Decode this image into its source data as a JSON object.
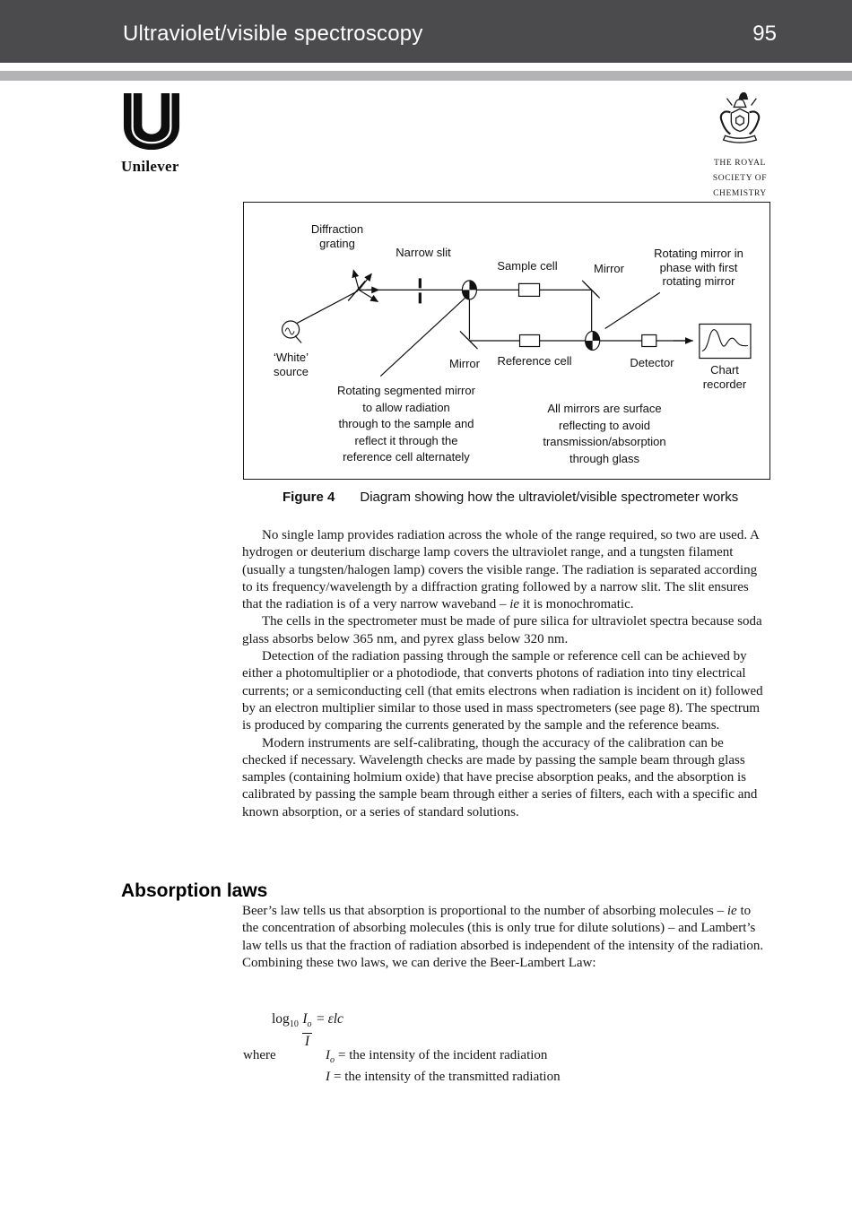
{
  "header": {
    "title": "Ultraviolet/visible spectroscopy",
    "page_number": "95"
  },
  "logos": {
    "unilever": {
      "wordmark": "Unilever"
    },
    "rsc": {
      "lines": [
        "THE ROYAL",
        "SOCIETY OF",
        "CHEMISTRY"
      ]
    }
  },
  "figure": {
    "caption_label": "Figure 4",
    "caption_text": "Diagram showing how the ultraviolet/visible spectrometer works",
    "diagram": {
      "labels": {
        "diffraction_grating": [
          "Diffraction",
          "grating"
        ],
        "narrow_slit": "Narrow slit",
        "sample_cell": "Sample cell",
        "mirror_top": "Mirror",
        "rotating_mirror_2": [
          "Rotating mirror in",
          "phase with first",
          "rotating mirror"
        ],
        "white_source": [
          "‘White’",
          "source"
        ],
        "mirror_bottom": "Mirror",
        "reference_cell": "Reference cell",
        "detector": "Detector",
        "chart_recorder": [
          "Chart",
          "recorder"
        ],
        "segmented_mirror_note": [
          "Rotating segmented mirror",
          "to allow radiation",
          "through to the sample and",
          "reflect it through the",
          "reference cell alternately"
        ],
        "mirrors_note": [
          "All mirrors are surface",
          "reflecting to avoid",
          "transmission/absorption",
          "through glass"
        ]
      }
    }
  },
  "body": {
    "paragraphs": [
      {
        "segments": [
          {
            "t": "No single lamp provides radiation across the whole of the range required, so two are used. A hydrogen or deuterium discharge lamp covers the ultraviolet range, and a tungsten filament (usually a tungsten/halogen lamp) covers the visible range. The radiation is separated according to its frequency/wavelength by a diffraction grating followed by a narrow slit. The slit ensures that the radiation is of a very narrow waveband – "
          },
          {
            "t": "ie",
            "style": "i"
          },
          {
            "t": " it is monochromatic."
          }
        ]
      },
      {
        "segments": [
          {
            "t": "The cells in the spectrometer must be made of pure silica for ultraviolet spectra because soda glass absorbs below 365 nm, and pyrex glass below 320 nm."
          }
        ]
      },
      {
        "segments": [
          {
            "t": "Detection of the radiation passing through the sample or reference cell can be achieved by either a photomultiplier or a photodiode, that converts photons of radiation into tiny electrical currents; or a semiconducting cell (that emits electrons when radiation is incident on it) followed by an electron multiplier similar to those used in mass spectrometers (see page 8). The spectrum is produced by comparing the currents generated by the sample and the reference beams."
          }
        ]
      },
      {
        "segments": [
          {
            "t": "Modern instruments are self-calibrating, though the accuracy of the calibration can be checked if necessary. Wavelength checks are made by passing the sample beam through glass samples (containing holmium oxide) that have precise absorption peaks, and the absorption is calibrated by passing the sample beam through either a series of filters, each with a specific and known absorption, or a series of standard solutions."
          }
        ]
      }
    ]
  },
  "section": {
    "heading": "Absorption laws",
    "paragraphs": [
      {
        "segments": [
          {
            "t": "Beer’s law tells us that absorption is proportional to the number of absorbing molecules – "
          },
          {
            "t": "ie",
            "style": "i"
          },
          {
            "t": " to the concentration of absorbing molecules (this is only true for dilute solutions) – and Lambert’s law tells us that the fraction of radiation absorbed is independent of the intensity of the radiation. Combining these two laws, we can derive the Beer-Lambert Law:"
          }
        ]
      }
    ]
  },
  "formula": {
    "lhs": "log",
    "lhs_sub": "10",
    "num": "I",
    "num_sub": "o",
    "den": "I",
    "eq": "=",
    "rhs": "εlc",
    "where_label": "where",
    "definitions": [
      {
        "sym": "I",
        "sym_sub": "o",
        "rest": "= the intensity of the incident radiation"
      },
      {
        "sym": "I",
        "sym_sub": "",
        "rest": "= the intensity of the transmitted radiation"
      }
    ]
  }
}
